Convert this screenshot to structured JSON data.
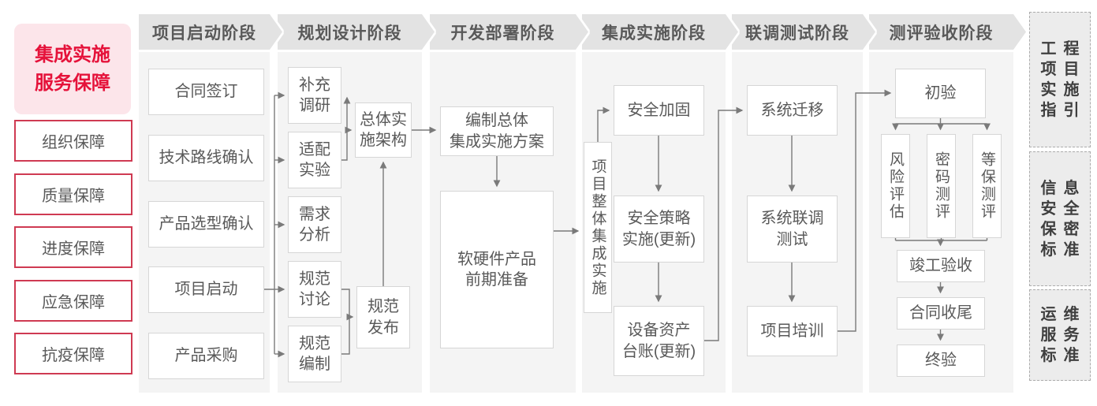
{
  "sidebar": {
    "title": "集成实施\n服务保障",
    "items": [
      "组织保障",
      "质量保障",
      "进度保障",
      "应急保障",
      "抗疫保障"
    ]
  },
  "header": {
    "phases": [
      "项目启动阶段",
      "规划设计阶段",
      "开发部署阶段",
      "集成实施阶段",
      "联调测试阶段",
      "测评验收阶段"
    ]
  },
  "flow": {
    "phase1": {
      "boxes": [
        "合同签订",
        "技术路线确认",
        "产品选型确认",
        "项目启动",
        "产品采购"
      ]
    },
    "phase2": {
      "tasks": [
        "补充\n调研",
        "适配\n实验",
        "需求\n分析",
        "规范\n讨论",
        "规范\n编制"
      ],
      "architecture": "总体实\n施架构",
      "publish": "规范\n发布"
    },
    "phase3": {
      "plan": "编制总体\n集成实施方案",
      "prepare": "软硬件产品\n前期准备"
    },
    "phase4": {
      "overall": "项目整体集成实施",
      "steps": [
        "安全加固",
        "安全策略\n实施(更新)",
        "设备资产\n台账(更新)"
      ]
    },
    "phase5": {
      "steps": [
        "系统迁移",
        "系统联调\n测试",
        "项目培训"
      ]
    },
    "phase6": {
      "initial": "初验",
      "assessments": [
        "风险评估",
        "密码测评",
        "等保测评"
      ],
      "finals": [
        "竣工验收",
        "合同收尾",
        "终验"
      ]
    }
  },
  "standards": [
    "工程\n项目\n实施\n指引",
    "信息\n安全\n保密\n标准",
    "运维\n服务\n标准"
  ],
  "colors": {
    "accent_red": "#e5123a",
    "pink_bg": "#fce5ea",
    "red_border": "#cf3a52",
    "gray_text": "#595959",
    "band_bg": "#f4f4f4",
    "header_bg": "#e3e3e3",
    "box_border": "#d6d6d6",
    "dashed_border": "#ababab",
    "arrow": "#7a7a7a"
  }
}
